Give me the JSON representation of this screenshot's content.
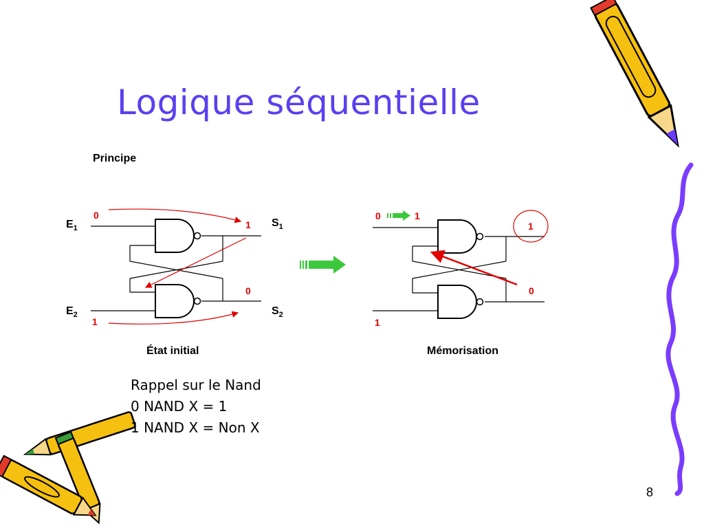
{
  "slide": {
    "title": "Logique séquentielle",
    "page_number": "8"
  },
  "diagram": {
    "section_label": "Principe",
    "left": {
      "caption": "État initial",
      "inputs": [
        {
          "name": "E",
          "sub": "1",
          "value": "0"
        },
        {
          "name": "E",
          "sub": "2",
          "value": "1"
        }
      ],
      "outputs": [
        {
          "name": "S",
          "sub": "1",
          "value": "1"
        },
        {
          "name": "S",
          "sub": "2",
          "value": "0"
        }
      ]
    },
    "right": {
      "caption": "Mémorisation",
      "input_top_before": "0",
      "input_top_after": "1",
      "input_bottom": "1",
      "output_top": "1",
      "output_bottom": "0"
    }
  },
  "notes": {
    "line1": "Rappel sur le Nand",
    "line2": "0 NAND X = 1",
    "line3": "1 NAND X =  Non X"
  },
  "colors": {
    "title": "#5b3ff0",
    "highlight": "#e00000",
    "transition_arrow": "#3cc83c",
    "squiggle": "#7a3cff",
    "pencil_body": "#f5c010"
  }
}
